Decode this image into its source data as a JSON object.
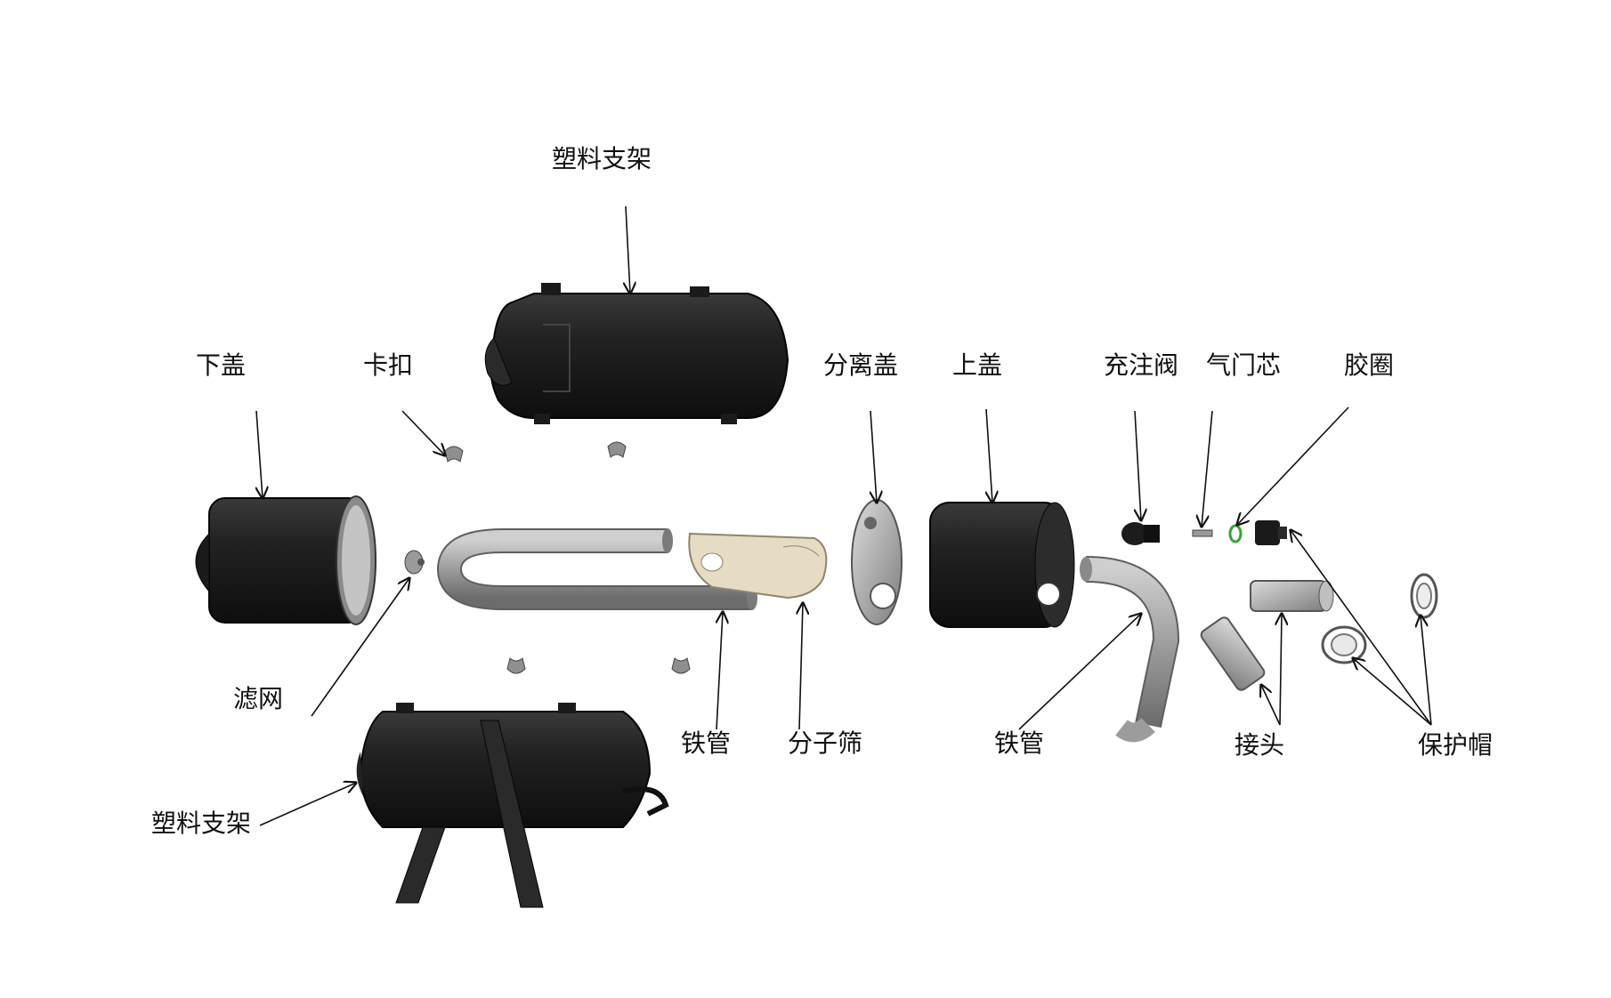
{
  "labels": {
    "plastic_bracket_top": "塑料支架",
    "lower_cover": "下盖",
    "clip": "卡扣",
    "separator_cover": "分离盖",
    "upper_cover": "上盖",
    "fill_valve": "充注阀",
    "valve_core": "气门芯",
    "rubber_ring": "胶圈",
    "filter_screen": "滤网",
    "iron_pipe_left": "铁管",
    "molecular_sieve": "分子筛",
    "iron_pipe_right": "铁管",
    "connector": "接头",
    "protective_cap": "保护帽",
    "plastic_bracket_bottom": "塑料支架"
  },
  "colors": {
    "part_black": "#1f1f1f",
    "part_grey": "#9a9a9a",
    "sieve_beige": "#e6dcc4",
    "ring_green": "#3aa23a"
  }
}
